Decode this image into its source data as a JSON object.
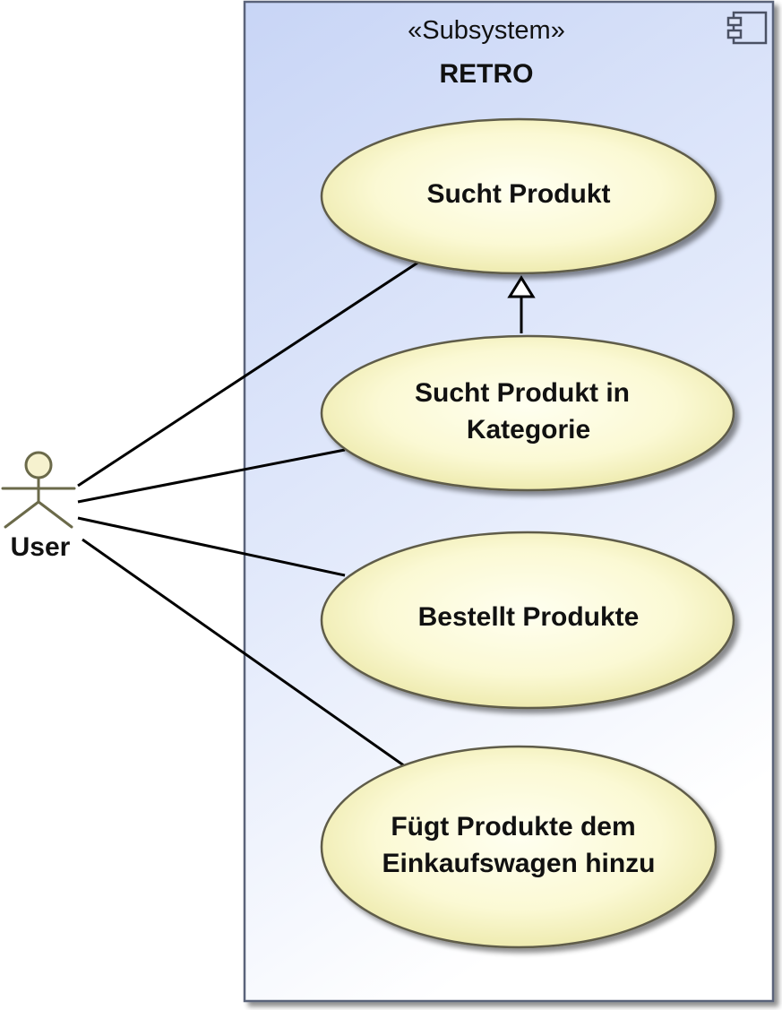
{
  "subsystem": {
    "stereotype": "«Subsystem»",
    "name": "RETRO"
  },
  "actor": {
    "name": "User"
  },
  "use_cases": [
    {
      "lines": [
        "Sucht Produkt"
      ]
    },
    {
      "lines": [
        "Sucht Produkt in",
        "Kategorie"
      ]
    },
    {
      "lines": [
        "Bestellt Produkte"
      ]
    },
    {
      "lines": [
        "Fügt Produkte dem",
        "Einkaufswagen hinzu"
      ]
    }
  ],
  "relationships": [
    {
      "type": "association",
      "from": "User",
      "to": "Sucht Produkt"
    },
    {
      "type": "association",
      "from": "User",
      "to": "Sucht Produkt in Kategorie"
    },
    {
      "type": "association",
      "from": "User",
      "to": "Bestellt Produkte"
    },
    {
      "type": "association",
      "from": "User",
      "to": "Fügt Produkte dem Einkaufswagen hinzu"
    },
    {
      "type": "generalization",
      "from": "Sucht Produkt in Kategorie",
      "to": "Sucht Produkt"
    }
  ],
  "colors": {
    "subsystem_fill_top": "#c9d6f6",
    "subsystem_fill_bottom": "#ffffff",
    "subsystem_border": "#5a647a",
    "usecase_fill_center": "#ffffe6",
    "usecase_fill_edge": "#ece8a8",
    "usecase_border": "#5e5c48",
    "actor_stroke": "#6b6a4a",
    "actor_head_fill": "#f6f2cf",
    "line": "#000000"
  }
}
